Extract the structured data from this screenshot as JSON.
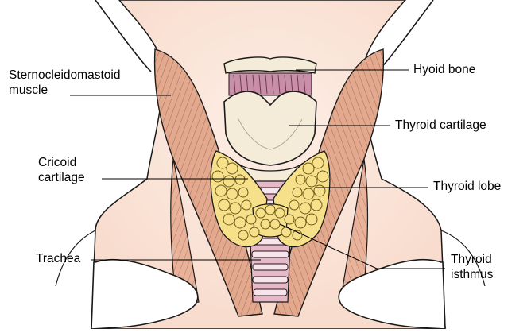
{
  "labels": {
    "sternocleidomastoid_line1": "Sternocleidomastoid",
    "sternocleidomastoid_line2": "muscle",
    "cricoid_line1": "Cricoid",
    "cricoid_line2": "cartilage",
    "trachea": "Trachea",
    "hyoid_bone": "Hyoid bone",
    "thyroid_cartilage": "Thyroid cartilage",
    "thyroid_lobe": "Thyroid lobe",
    "thyroid_isthmus_line1": "Thyroid",
    "thyroid_isthmus_line2": "isthmus"
  },
  "colors": {
    "skin": "#fbe5da",
    "muscle": "#e3a98e",
    "muscle_dark": "#8a4a35",
    "cartilage": "#f4ecd8",
    "thyroid": "#f6e08a",
    "trachea": "#e7b9c8",
    "outline": "#1a1a1a"
  }
}
